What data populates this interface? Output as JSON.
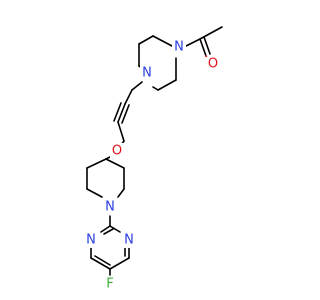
{
  "structure": {
    "atoms": {
      "nitrogen": "N",
      "oxygen": "O",
      "fluorine": "F"
    },
    "colors": {
      "bond": "#000000",
      "nitrogen": "#2a3fe0",
      "oxygen": "#e0141b",
      "fluorine": "#3cae36",
      "background": "#ffffff"
    }
  }
}
